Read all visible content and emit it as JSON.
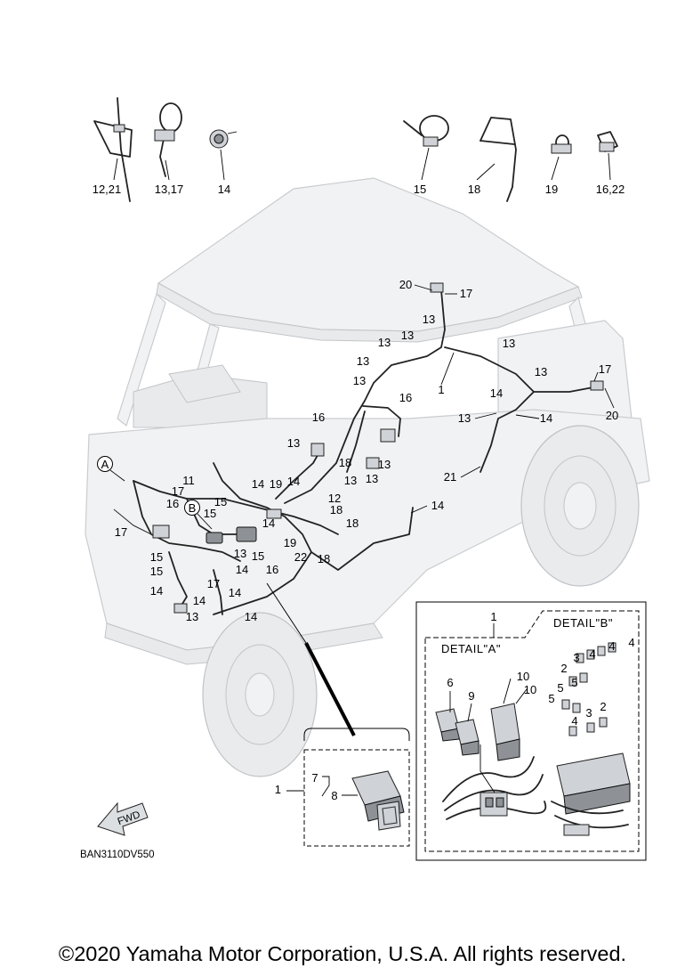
{
  "callouts": {
    "c01": "12,21",
    "c02": "13,17",
    "c03": "14",
    "c04": "15",
    "c05": "18",
    "c06": "19",
    "c07": "16,22",
    "c08": "20",
    "c09": "17",
    "c10": "13",
    "c11": "13",
    "c12": "13",
    "c13": "13",
    "c14": "13",
    "c15": "1",
    "c16": "13",
    "c17": "17",
    "c18": "13",
    "c19": "16",
    "c20": "14",
    "c21": "20",
    "c22": "13",
    "c23": "14",
    "c24": "16",
    "c25": "13",
    "c26": "13",
    "c27": "21",
    "c28": "13",
    "c29": "11",
    "c30": "14",
    "c31": "19",
    "c32": "14",
    "c33": "13",
    "c34": "18",
    "c35": "17",
    "c36": "16",
    "c37": "12",
    "c38": "15",
    "c39": "18",
    "c40": "15",
    "c41": "17",
    "c42": "14",
    "c43": "18",
    "c44": "19",
    "c45": "22",
    "c46": "18",
    "c47": "13",
    "c48": "15",
    "c49": "15",
    "c50": "16",
    "c51": "14",
    "c52": "15",
    "c53": "17",
    "c54": "14",
    "c55": "14",
    "c56": "14",
    "c57": "13",
    "c58": "14",
    "c59": "14",
    "dA1": "1",
    "dA6": "6",
    "dA9": "9",
    "dA10a": "10",
    "dA10b": "10",
    "dB2a": "2",
    "dB3a": "3",
    "dB4a": "4",
    "dB4b": "4",
    "dB4c": "4",
    "dB5a": "5",
    "dB5b": "5",
    "dB5c": "5",
    "dB4d": "4",
    "dB3b": "3",
    "dB2b": "2",
    "i1": "1",
    "i7": "7",
    "i8": "8"
  },
  "circle_labels": {
    "a": "A",
    "b": "B"
  },
  "details": {
    "a_title": "DETAIL\"A\"",
    "b_title": "DETAIL\"B\""
  },
  "fwd_label": "FWD",
  "diagram_code": "BAN3110DV550",
  "copyright": "©2020 Yamaha Motor Corporation, U.S.A. All rights reserved."
}
